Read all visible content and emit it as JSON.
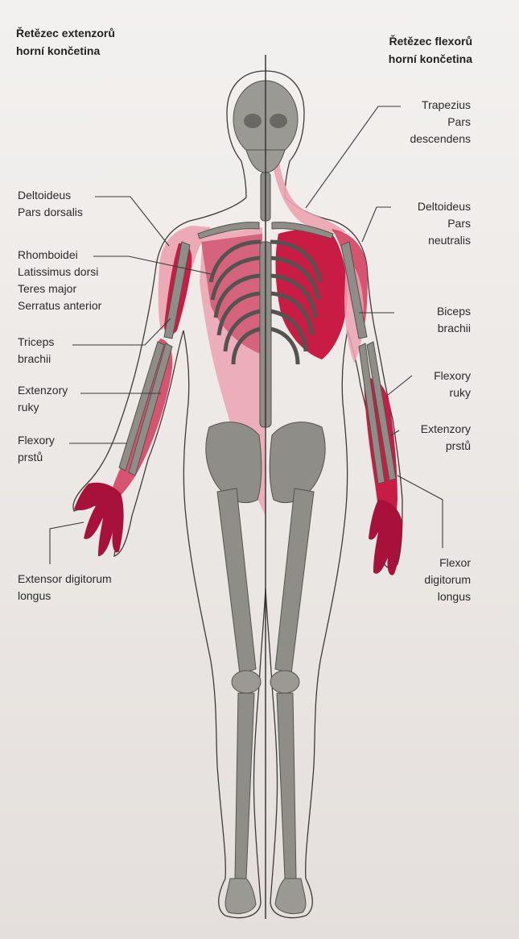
{
  "titles": {
    "left_line1": "Řetězec extenzorů",
    "left_line2": "horní končetina",
    "right_line1": "Řetězec flexorů",
    "right_line2": "horní končetina"
  },
  "labels_left": [
    {
      "lines": [
        "Deltoideus",
        "Pars dorsalis"
      ]
    },
    {
      "lines": [
        "Rhomboidei",
        "Latissimus dorsi",
        "Teres major",
        "Serratus anterior"
      ]
    },
    {
      "lines": [
        "Triceps",
        "brachii"
      ]
    },
    {
      "lines": [
        "Extenzory",
        "ruky"
      ]
    },
    {
      "lines": [
        "Flexory",
        "prstů"
      ]
    },
    {
      "lines": [
        "Extensor digitorum",
        "longus"
      ]
    }
  ],
  "labels_right": [
    {
      "lines": [
        "Trapezius",
        "Pars",
        "descendens"
      ]
    },
    {
      "lines": [
        "Deltoideus",
        "Pars",
        "neutralis"
      ]
    },
    {
      "lines": [
        "Biceps",
        "brachii"
      ]
    },
    {
      "lines": [
        "Flexory",
        "ruky"
      ]
    },
    {
      "lines": [
        "Extenzory",
        "prstů"
      ]
    },
    {
      "lines": [
        "Flexor",
        "digitorum",
        "longus"
      ]
    }
  ],
  "colors": {
    "muscle_dark": "#b0103a",
    "muscle_mid": "#d23a5c",
    "muscle_light": "#eba3b1",
    "bone": "#8f8d87",
    "paper": "#efece9"
  }
}
